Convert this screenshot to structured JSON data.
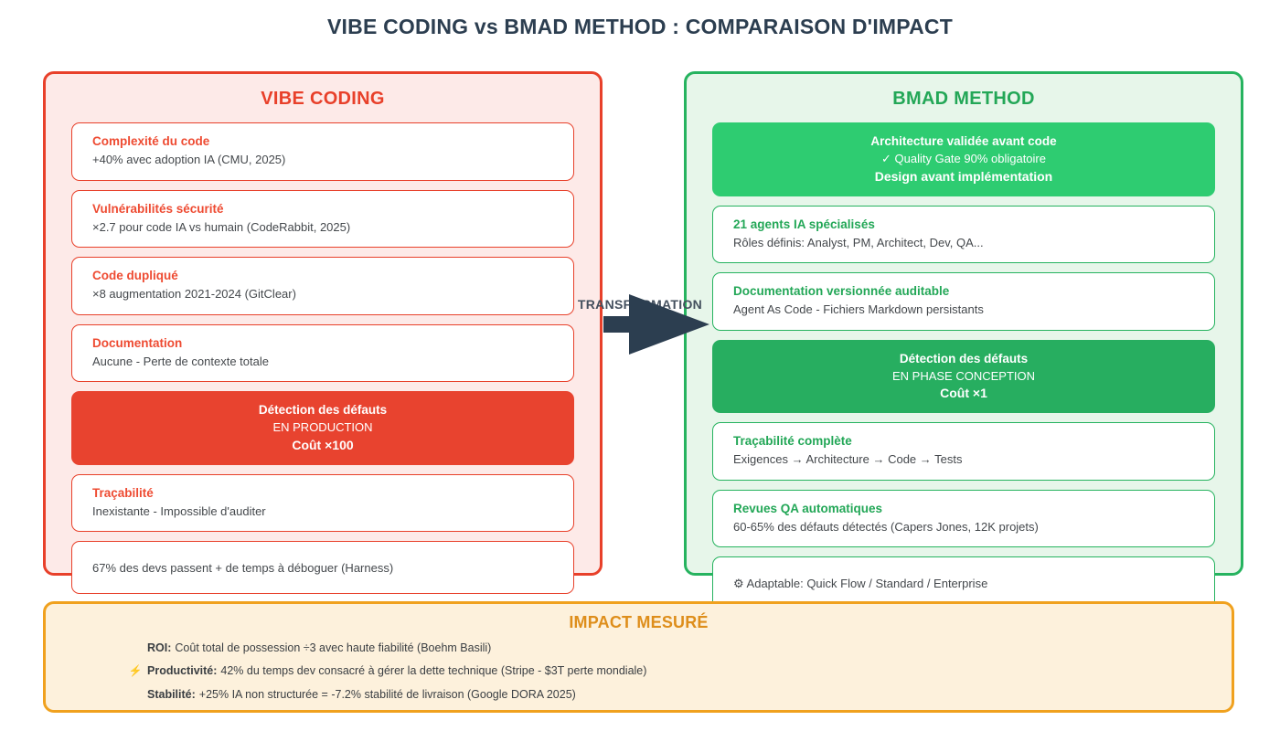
{
  "page": {
    "title": "VIBE CODING vs BMAD METHOD : COMPARAISON D'IMPACT"
  },
  "transform": {
    "label": "TRANSFORMATION",
    "arrow_icon": "right-arrow-icon",
    "arrow_color": "#2C3E50"
  },
  "colors": {
    "red_accent": "#E8402A",
    "red_fill": "#E8432F",
    "red_bg": "#FDEAE8",
    "green_accent": "#26B35F",
    "green_fill": "#2ECC71",
    "green_fill_dark": "#27AE60",
    "green_bg": "#E7F6EA",
    "orange_accent": "#F0A11E",
    "orange_title": "#DE8E1B",
    "orange_bg": "#FDF1DC",
    "title_navy": "#2C3E50"
  },
  "left_panel": {
    "title": "VIBE CODING",
    "cards": [
      {
        "title": "Complexité du code",
        "body": "+40% avec adoption IA (CMU, 2025)",
        "highlight": false
      },
      {
        "title": "Vulnérabilités sécurité",
        "body": "×2.7 pour code IA vs humain (CodeRabbit, 2025)",
        "highlight": false
      },
      {
        "title": "Code dupliqué",
        "body": "×8 augmentation 2021-2024 (GitClear)",
        "highlight": false
      },
      {
        "title": "Documentation",
        "body": "Aucune - Perte de contexte totale",
        "highlight": false
      },
      {
        "title": "Détection des défauts",
        "body": "EN PRODUCTION",
        "strong": "Coût ×100",
        "highlight": true
      },
      {
        "title": "Traçabilité",
        "body": "Inexistante - Impossible d'auditer",
        "highlight": false
      },
      {
        "title": "",
        "body": "67% des devs passent + de temps à déboguer (Harness)",
        "highlight": false
      }
    ]
  },
  "right_panel": {
    "title": "BMAD METHOD",
    "cards": [
      {
        "title": "Architecture validée avant code",
        "body": "✓ Quality Gate 90% obligatoire",
        "strong": "Design avant implémentation",
        "highlight": true
      },
      {
        "title": "21 agents IA spécialisés",
        "body": "Rôles définis: Analyst, PM, Architect, Dev, QA...",
        "highlight": false
      },
      {
        "title": "Documentation versionnée auditable",
        "body": "Agent As Code - Fichiers Markdown persistants",
        "highlight": false
      },
      {
        "title": "Détection des défauts",
        "body": "EN PHASE CONCEPTION",
        "strong": "Coût ×1",
        "highlight": true
      },
      {
        "title": "Traçabilité complète",
        "body": "Exigences → Architecture → Code → Tests",
        "highlight": false
      },
      {
        "title": "Revues QA automatiques",
        "body": "60-65% des défauts détectés (Capers Jones, 12K projets)",
        "highlight": false
      },
      {
        "title": "",
        "body": "⚙ Adaptable: Quick Flow / Standard / Enterprise",
        "highlight": false
      }
    ]
  },
  "impact": {
    "title": "IMPACT MESURÉ",
    "rows": [
      {
        "icon": "",
        "label": "ROI:",
        "text": "Coût total de possession ÷3 avec haute fiabilité (Boehm Basili)"
      },
      {
        "icon": "⚡",
        "label": "Productivité:",
        "text": "42% du temps dev consacré à gérer la dette technique (Stripe - $3T perte mondiale)"
      },
      {
        "icon": "",
        "label": "Stabilité:",
        "text": "+25% IA non structurée = -7.2% stabilité de livraison (Google DORA 2025)"
      }
    ]
  }
}
